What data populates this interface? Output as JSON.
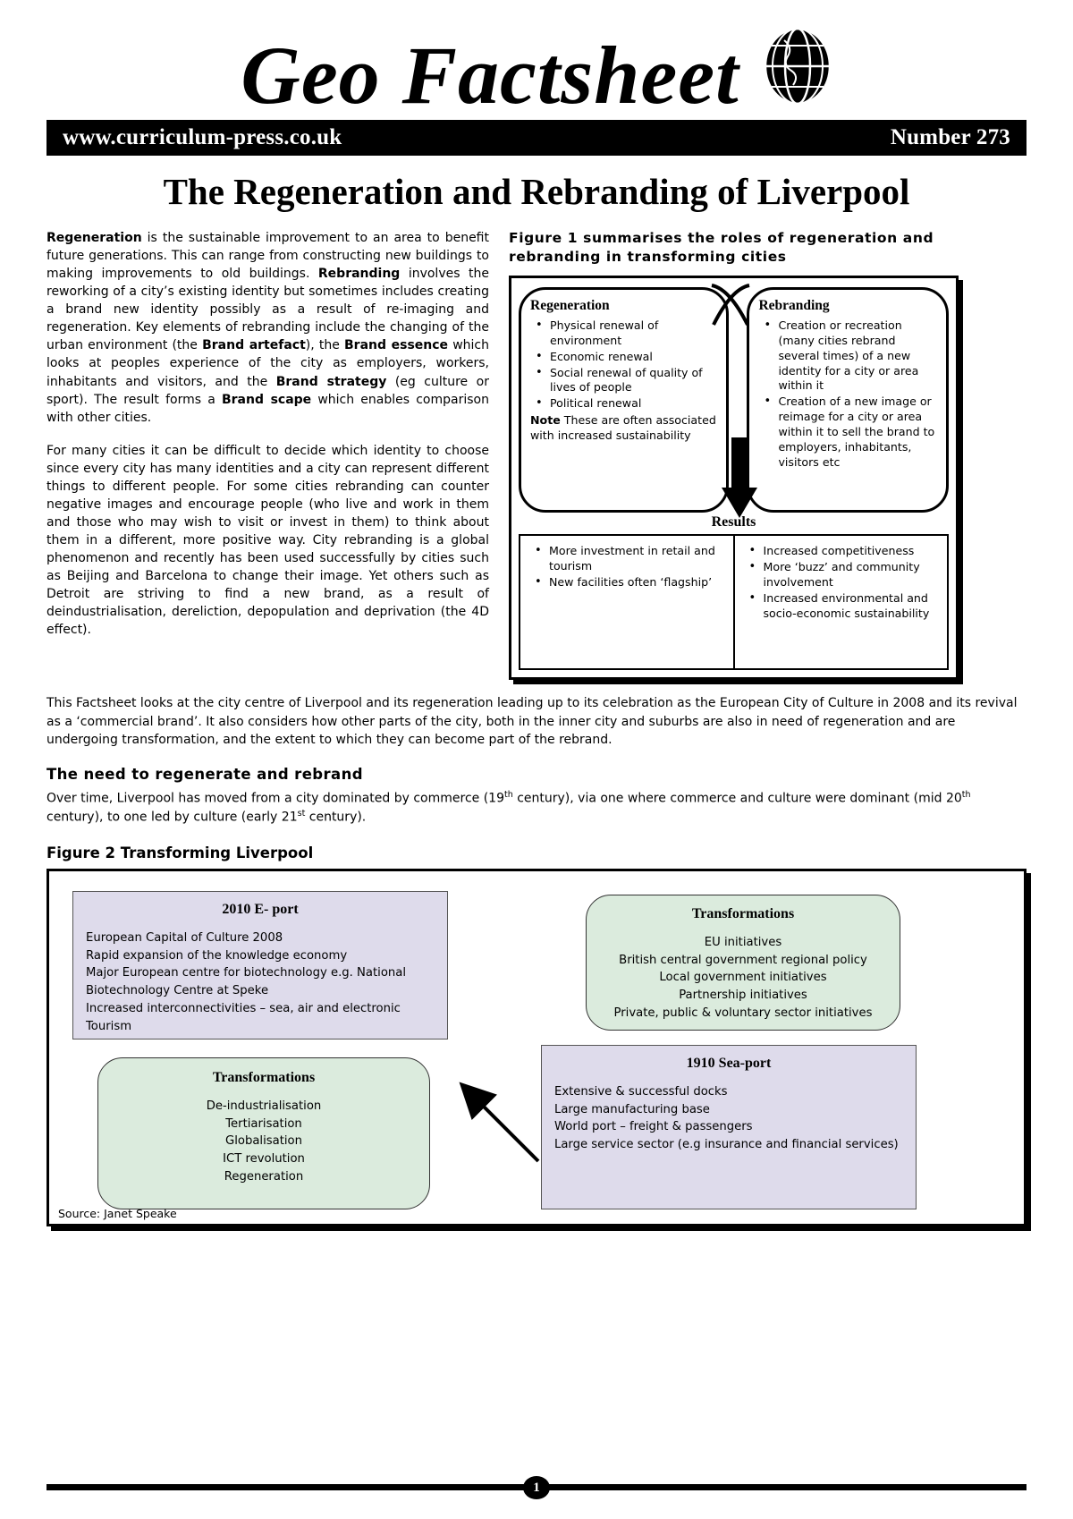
{
  "masthead": {
    "title_part1": "G",
    "title_underlined1": "eo",
    "title_part2": " F",
    "title_underlined2": "actsheet",
    "title_full": "Geo Factsheet",
    "globe_icon": "globe-icon"
  },
  "urlbar": {
    "website": "www.curriculum-press.co.uk",
    "number": "Number 273"
  },
  "document": {
    "title": "The Regeneration and Rebranding of Liverpool"
  },
  "intro": {
    "paragraph1_html": "<b>Regeneration</b> is the sustainable improvement to an area to benefit future generations. This can range from constructing new buildings to making improvements to old buildings. <b>Rebranding</b> involves the reworking of a city’s existing identity but sometimes includes creating a brand new identity possibly as a result of re-imaging and regeneration. Key elements of rebranding include the changing of the urban environment (the <b>Brand artefact</b>), the <b>Brand essence</b> which looks at peoples experience of the city as employers, workers, inhabitants and visitors, and the <b>Brand strategy</b> (eg culture or sport). The result forms a <b>Brand scape</b> which enables comparison with other cities.",
    "paragraph2": "For many cities it can be difficult to decide which identity to choose since every city has many identities and a city can represent different things to different people.  For some cities rebranding can counter negative images and encourage people (who live and work in them and those who may wish to visit or invest in them) to think about them in a different, more positive way.  City rebranding is a global phenomenon and recently has been used successfully by cities such as Beijing and Barcelona to change their image. Yet others such as Detroit are striving to find a new brand, as a result of deindustrialisation, dereliction, depopulation and deprivation (the 4D effect)."
  },
  "figure1": {
    "caption": "Figure 1 summarises the roles of regeneration and rebranding in transforming cities",
    "regeneration": {
      "heading": "Regeneration",
      "bullets": [
        "Physical renewal of environment",
        "Economic renewal",
        "Social renewal of quality of lives of people",
        "Political renewal"
      ],
      "note_label": "Note",
      "note_text": " These are often associated with increased sustainability"
    },
    "rebranding": {
      "heading": "Rebranding",
      "bullets": [
        "Creation or recreation (many cities rebrand several times) of a new identity for a city or area within it",
        "Creation of a new image or reimage for a city or area within it to sell the brand to employers, inhabitants, visitors etc"
      ]
    },
    "results_label": "Results",
    "results_left": [
      "More investment in retail and tourism",
      "New facilities often ‘flagship’"
    ],
    "results_right": [
      "Increased competitiveness",
      "More ‘buzz’ and community involvement",
      "Increased environmental and socio-economic sustainability"
    ]
  },
  "overview": {
    "paragraph": "This Factsheet looks at the city centre of Liverpool and its regeneration leading up to its celebration as the European City of Culture in 2008 and its revival as a ‘commercial brand’. It also considers how other parts of the city, both in the inner city and suburbs are also in need of regeneration and are undergoing transformation, and the extent to which they can become part of the rebrand."
  },
  "need_section": {
    "heading": "The need to regenerate and rebrand",
    "paragraph_html": "Over time, Liverpool has moved from a city dominated by commerce (19<sup>th</sup> century), via one where commerce and culture were dominant (mid 20<sup>th</sup> century), to one led by culture (early 21<sup>st</sup> century)."
  },
  "figure2": {
    "caption": "Figure 2 Transforming Liverpool",
    "eport": {
      "heading": "2010 E- port",
      "lines": "European Capital of Culture 2008\nRapid expansion of the knowledge economy\nMajor European centre for biotechnology e.g. National Biotechnology Centre at Speke\nIncreased interconnectivities – sea, air and electronic\nTourism"
    },
    "transformations_top": {
      "heading": "Transformations",
      "lines": "EU initiatives\nBritish central government regional policy\nLocal government initiatives\nPartnership initiatives\nPrivate, public & voluntary sector initiatives"
    },
    "transformations_bottom": {
      "heading": "Transformations",
      "lines": "De-industrialisation\nTertiarisation\nGlobalisation\nICT revolution\nRegeneration"
    },
    "seaport": {
      "heading": "1910   Sea-port",
      "lines": "Extensive & successful docks\nLarge manufacturing base\nWorld port – freight & passengers\nLarge service sector (e.g insurance and financial services)"
    },
    "source": "Source: Janet Speake",
    "arrow_icon": "diagonal-arrow-icon"
  },
  "footer": {
    "page_number": "1"
  },
  "colors": {
    "purple_box": "#dedbeb",
    "green_box": "#dbebdd",
    "bar": "#000000"
  }
}
